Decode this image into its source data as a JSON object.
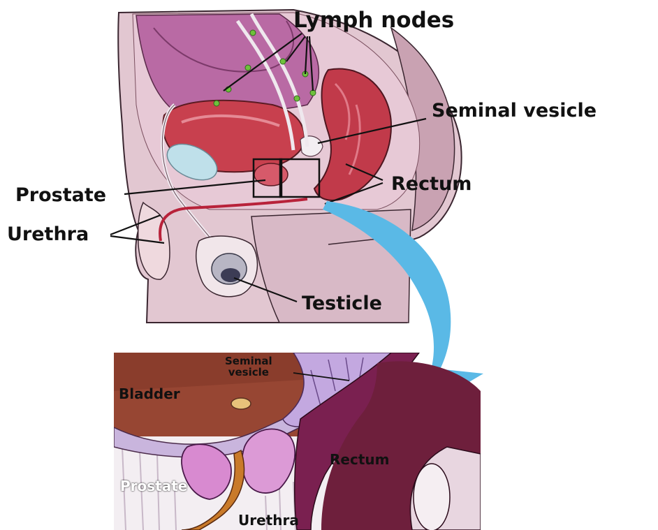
{
  "top_panel": {
    "labels": {
      "lymph_nodes": "Lymph nodes",
      "seminal_vesicle": "Seminal vesicle",
      "prostate": "Prostate",
      "rectum": "Rectum",
      "urethra": "Urethra",
      "testicle": "Testicle"
    }
  },
  "zoom_panel": {
    "labels": {
      "seminal_vesicle_line1": "Seminal",
      "seminal_vesicle_line2": "vesicle",
      "bladder": "Bladder",
      "rectum": "Rectum",
      "prostate": "Prostate",
      "urethra": "Urethra"
    }
  },
  "colors": {
    "skin": "#e4cbd4",
    "organ_red": "#c8404e",
    "bladder_purple": "#b4659e",
    "arrow_blue": "#5ab9e6",
    "zoom_brown": "#8a3d2c",
    "rectum_dark": "#6e1f3c",
    "prostate_pink": "#d88ad0",
    "lymph_green": "#6fc13c"
  }
}
